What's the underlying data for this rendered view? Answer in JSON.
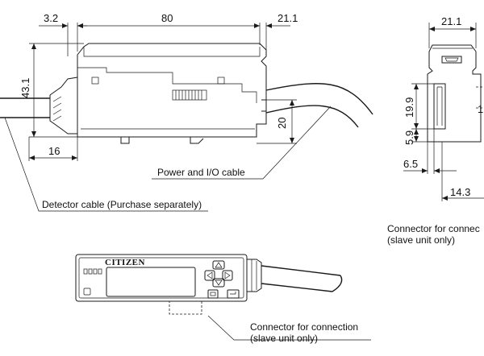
{
  "dimensions": {
    "side_left_offset": "3.2",
    "side_length": "80",
    "side_right_offset": "21.1",
    "side_height": "43.1",
    "side_cable_height": "20",
    "side_bottom_offset": "16",
    "end_width": "21.1",
    "end_connector_height": "19.9",
    "end_connector_bottom": "5.9",
    "end_left_offset": "6.5",
    "end_bottom_width": "14.3",
    "end_partial_label": "1"
  },
  "callouts": {
    "power_cable": "Power and I/O cable",
    "detector_cable": "Detector cable (Purchase separately)",
    "connector_line1": "Connector for connection",
    "connector_line2": "(slave unit only)",
    "connector_right_line1": "Connector for connec",
    "connector_right_line2": "(slave unit only)"
  },
  "device": {
    "brand": "CITIZEN"
  }
}
